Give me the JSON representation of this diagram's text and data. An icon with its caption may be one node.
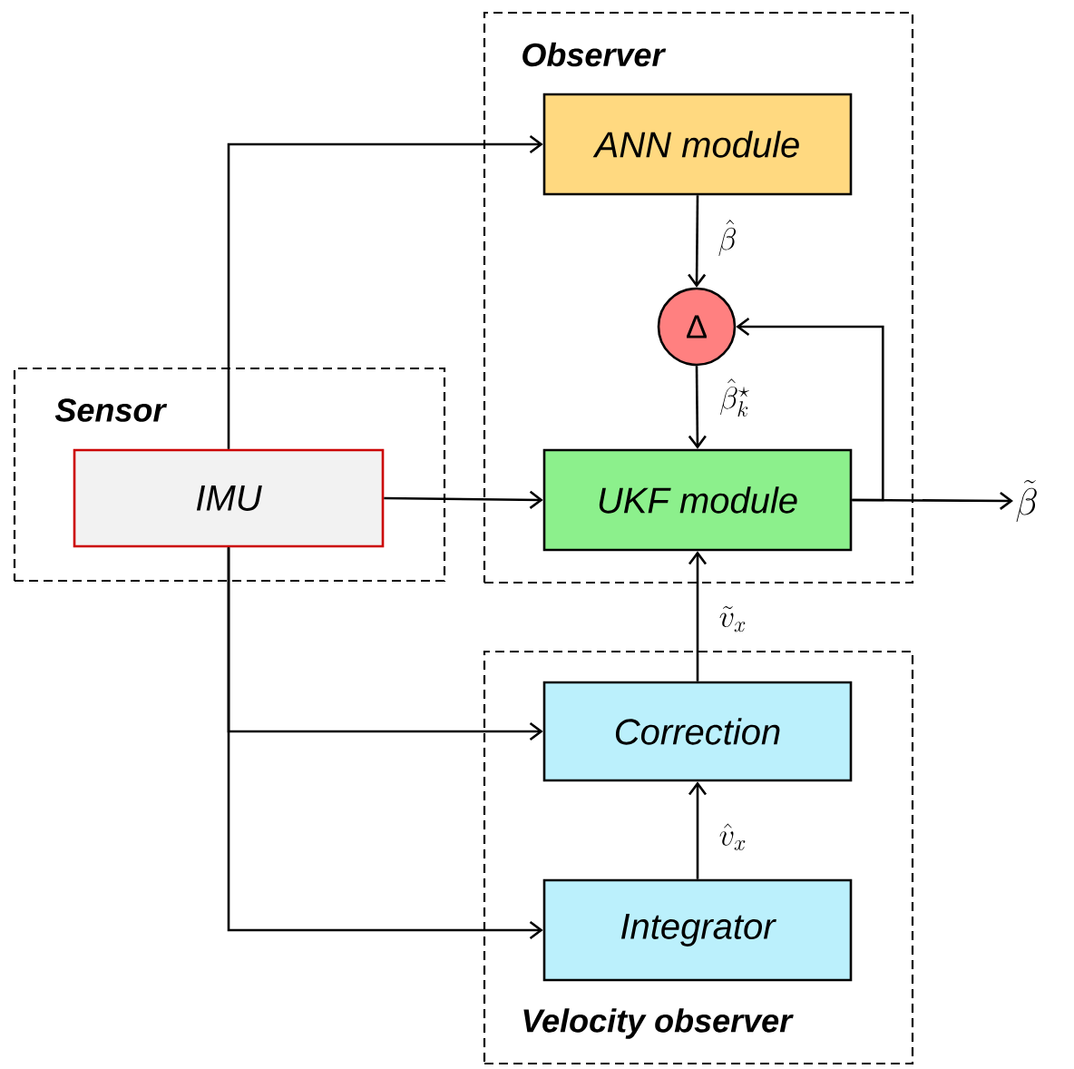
{
  "diagram": {
    "nodes": [
      {
        "text": [
          "Observer"
        ]
      },
      {
        "text": [
          "ANN module"
        ],
        "in": 0
      },
      {
        "text": [
          "Δ"
        ],
        "in": 0
      },
      {
        "text": [
          "UKF module"
        ],
        "in": 0
      },
      {
        "text": [
          "Sensor"
        ]
      },
      {
        "text": [
          "IMU"
        ],
        "in": 4
      },
      {
        "text": [
          "Velocity observer"
        ]
      },
      {
        "text": [
          "Correction"
        ],
        "in": 6
      },
      {
        "text": [
          "Integrator"
        ],
        "in": 6
      },
      {
        "text": [
          "\\tilde{\\beta}"
        ]
      }
    ],
    "edges": [
      {
        "from": 5,
        "to": 1,
        "arrow": "to"
      },
      {
        "from": 5,
        "to": 3,
        "arrow": "to"
      },
      {
        "from": 5,
        "to": 7,
        "arrow": "to"
      },
      {
        "from": 5,
        "to": 8,
        "arrow": "to"
      },
      {
        "from": 1,
        "to": 2,
        "arrow": "to",
        "label": "\\hat{\\beta}"
      },
      {
        "from": 2,
        "to": 3,
        "arrow": "to",
        "label": "\\hat{\\beta}^{\\star}_{k}"
      },
      {
        "from": 3,
        "to": 2,
        "arrow": "to"
      },
      {
        "from": 3,
        "to": 9,
        "arrow": "to"
      },
      {
        "from": 7,
        "to": 3,
        "arrow": "to",
        "label": "\\tilde{v}_{x}"
      },
      {
        "from": 8,
        "to": 7,
        "arrow": "to",
        "label": "\\hat{v}_{x}"
      }
    ]
  }
}
